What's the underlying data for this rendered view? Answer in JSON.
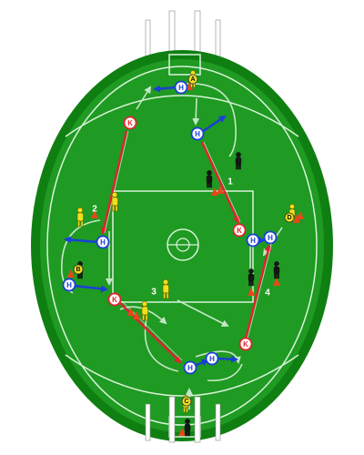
{
  "colors": {
    "ground_outer": "#0f7f12",
    "ground_inner": "#1f9a22",
    "line": "#d9f3d9",
    "kick_arrow": "#e0242c",
    "handball_arrow": "#1a3fd6",
    "lead_arrow": "#c5e6c5",
    "player_yellow": "#f0e01c",
    "player_black": "#161616",
    "cone": "#e8471a"
  },
  "markers": {
    "kick": "K",
    "handball": "H"
  },
  "players": {
    "A": "A",
    "B": "B",
    "C": "C",
    "D": "D"
  },
  "stages": [
    "1",
    "2",
    "3",
    "4"
  ]
}
